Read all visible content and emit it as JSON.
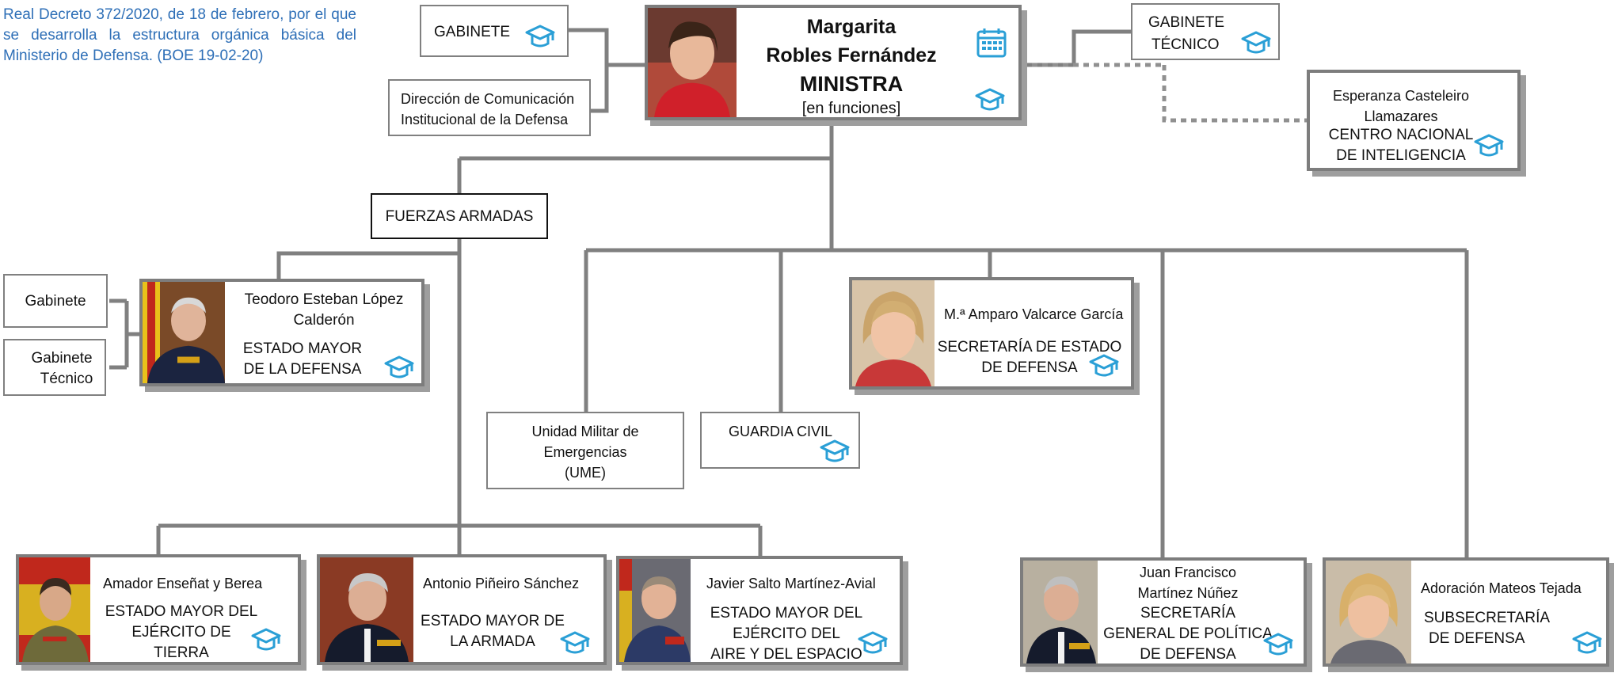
{
  "legal_note": "Real Decreto 372/2020, de 18 de febrero, por el que se desarrolla la estructura orgánica básica del Ministerio de Defensa. (BOE 19-02-20)",
  "minister": {
    "name_line1": "Margarita",
    "name_line2": "Robles Fernández",
    "role": "MINISTRA",
    "status": "[en funciones]"
  },
  "gabinete": "GABINETE",
  "gabinete_tecnico": [
    "GABINETE",
    "TÉCNICO"
  ],
  "comunicacion": [
    "Dirección de Comunicación",
    "Institucional de la Defensa"
  ],
  "cni": {
    "name_line1": "Esperanza Casteleiro",
    "name_line2": "Llamazares",
    "org_line1": "CENTRO NACIONAL",
    "org_line2": "DE INTELIGENCIA"
  },
  "fuerzas_armadas": "FUERZAS ARMADAS",
  "jemad": {
    "name_line1": "Teodoro Esteban López",
    "name_line2": "Calderón",
    "org_line1": "ESTADO MAYOR",
    "org_line2": "DE LA DEFENSA"
  },
  "left_gabinete": "Gabinete",
  "left_gabinete_tecnico": [
    "Gabinete",
    "Técnico"
  ],
  "ume": [
    "Unidad Militar de",
    "Emergencias",
    "(UME)"
  ],
  "guardia_civil": "GUARDIA CIVIL",
  "sedef": {
    "name": "M.ª  Amparo Valcarce García",
    "org_line1": "SECRETARÍA  DE ESTADO",
    "org_line2": "DE DEFENSA"
  },
  "tierra": {
    "name": "Amador Enseñat y Berea",
    "org_line1": "ESTADO MAYOR DEL",
    "org_line2": "EJÉRCITO DE",
    "org_line3": "TIERRA"
  },
  "armada": {
    "name": "Antonio Piñeiro Sánchez",
    "org_line1": "ESTADO MAYOR DE",
    "org_line2": "LA ARMADA"
  },
  "aire": {
    "name": "Javier Salto Martínez-Avial",
    "org_line1": "ESTADO MAYOR DEL",
    "org_line2": "EJÉRCITO DEL",
    "org_line3": "AIRE Y DEL ESPACIO"
  },
  "segenpol": {
    "name_line1": "Juan Francisco",
    "name_line2": "Martínez Núñez",
    "org_line1": "SECRETARÍA",
    "org_line2": "GENERAL DE POLÍTICA",
    "org_line3": "DE DEFENSA"
  },
  "subdef": {
    "name": "Adoración Mateos Tejada",
    "org_line1": "SUBSECRETARÍA",
    "org_line2": "DE DEFENSA"
  },
  "icons": {
    "cap": "graduation-cap-icon",
    "calendar": "calendar-icon",
    "accent": "#2a9fd6",
    "line_color": "#808080"
  }
}
